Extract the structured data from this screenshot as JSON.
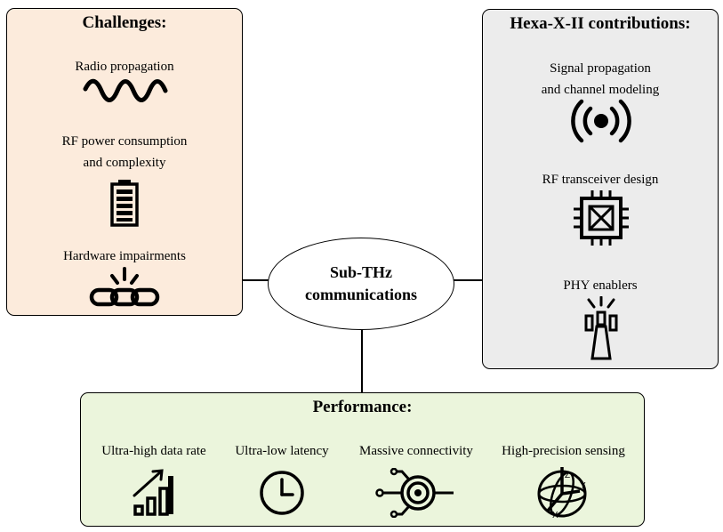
{
  "center": {
    "line1": "Sub-THz",
    "line2": "communications"
  },
  "challenges": {
    "title": "Challenges:",
    "items": [
      {
        "line1": "Radio propagation",
        "icon": "wave-icon"
      },
      {
        "line1": "RF power consumption",
        "line2": "and complexity",
        "icon": "battery-icon"
      },
      {
        "line1": "Hardware impairments",
        "icon": "broken-chain-icon"
      }
    ]
  },
  "contributions": {
    "title": "Hexa-X-II contributions:",
    "items": [
      {
        "line1": "Signal propagation",
        "line2": "and channel modeling",
        "icon": "radio-signal-icon"
      },
      {
        "line1": "RF transceiver design",
        "icon": "chip-icon"
      },
      {
        "line1": "PHY enablers",
        "icon": "antenna-tower-icon"
      }
    ]
  },
  "performance": {
    "title": "Performance:",
    "items": [
      {
        "line1": "Ultra-high data rate",
        "icon": "bar-growth-icon"
      },
      {
        "line1": "Ultra-low latency",
        "icon": "clock-icon"
      },
      {
        "line1": "Massive connectivity",
        "icon": "target-network-icon"
      },
      {
        "line1": "High-precision sensing",
        "icon": "3d-axes-sphere-icon"
      }
    ]
  },
  "colors": {
    "challenges_bg": "#fcebdc",
    "contributions_bg": "#ececec",
    "performance_bg": "#ebf5dc",
    "stroke": "#000000"
  }
}
